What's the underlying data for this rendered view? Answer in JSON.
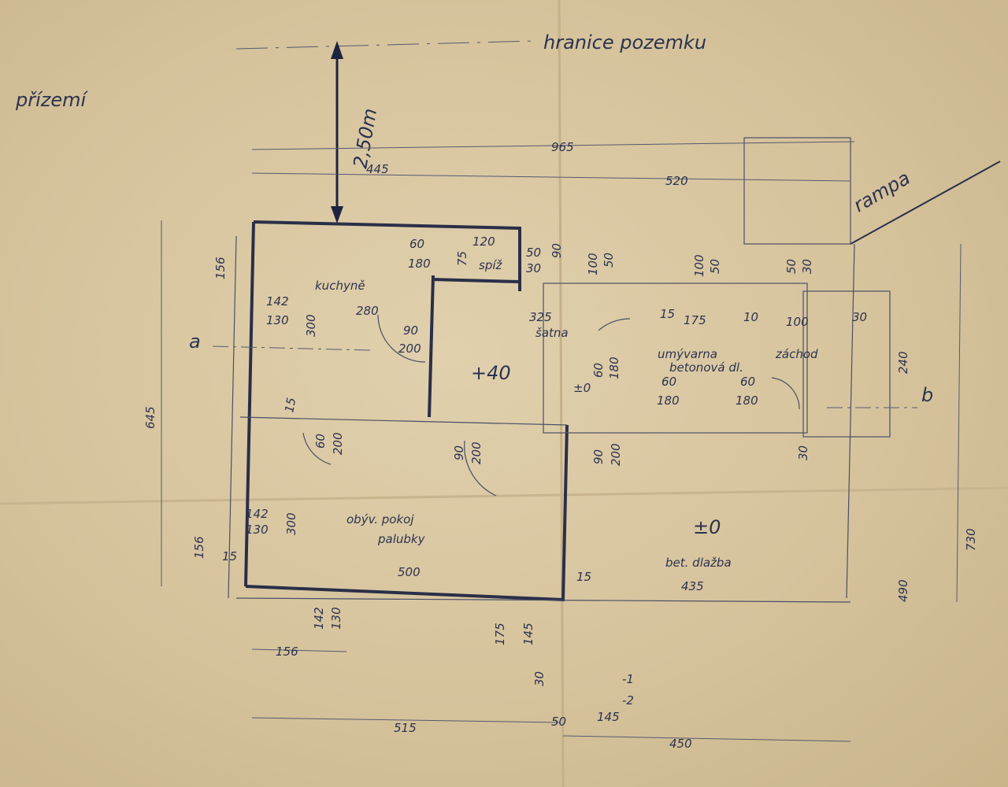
{
  "title": "přízemí",
  "boundary_label": "hranice pozemku",
  "setback": "2,50m",
  "ramp_label": "rampa",
  "section_a": "a",
  "section_b": "b",
  "rooms": {
    "kitchen": "kuchyně",
    "pantry": "spíž",
    "hall": "šatna",
    "bath": "umývarna",
    "wc": "záchod",
    "bath_floor": "betonová dl.",
    "living": "obýv. pokoj",
    "living_floor": "palubky",
    "terrace_floor": "bet. dlažba"
  },
  "levels": {
    "hall": "+40",
    "mid": "±0",
    "terrace": "±0",
    "step1": "-1",
    "step2": "-2"
  },
  "dims": {
    "d965": "965",
    "d445": "445",
    "d520": "520",
    "d645": "645",
    "d730": "730",
    "d156a": "156",
    "d142a": "142",
    "d130a": "130",
    "d300a": "300",
    "d280": "280",
    "d60a": "60",
    "d180a": "180",
    "d120": "120",
    "d75": "75",
    "d50a": "50",
    "d30a": "30",
    "d90a": "90",
    "d100a": "100",
    "d50b": "50",
    "d100b": "100",
    "d50c": "50",
    "d50d": "50",
    "d30b": "30",
    "d325": "325",
    "d15a": "15",
    "d175a": "175",
    "d10": "10",
    "d100c": "100",
    "d30c": "30",
    "d240": "240",
    "d90b": "90",
    "d200a": "200",
    "d60b": "60",
    "d180b": "180",
    "d60c": "60",
    "d180c": "180",
    "d60d": "60",
    "d180d": "180",
    "d60e": "60",
    "d200b": "200",
    "d90c": "90",
    "d200c": "200",
    "d90d": "90",
    "d200d": "200",
    "d30d": "30",
    "d142b": "142",
    "d130b": "130",
    "d300b": "300",
    "d156b": "156",
    "d500": "500",
    "d435": "435",
    "d490": "490",
    "d142c": "142",
    "d130c": "130",
    "d156c": "156",
    "d175b": "175",
    "d145a": "145",
    "d30e": "30",
    "d145b": "145",
    "d50e": "50",
    "d515": "515",
    "d450": "450",
    "d15b": "15",
    "d15c": "15",
    "d15d": "15"
  }
}
